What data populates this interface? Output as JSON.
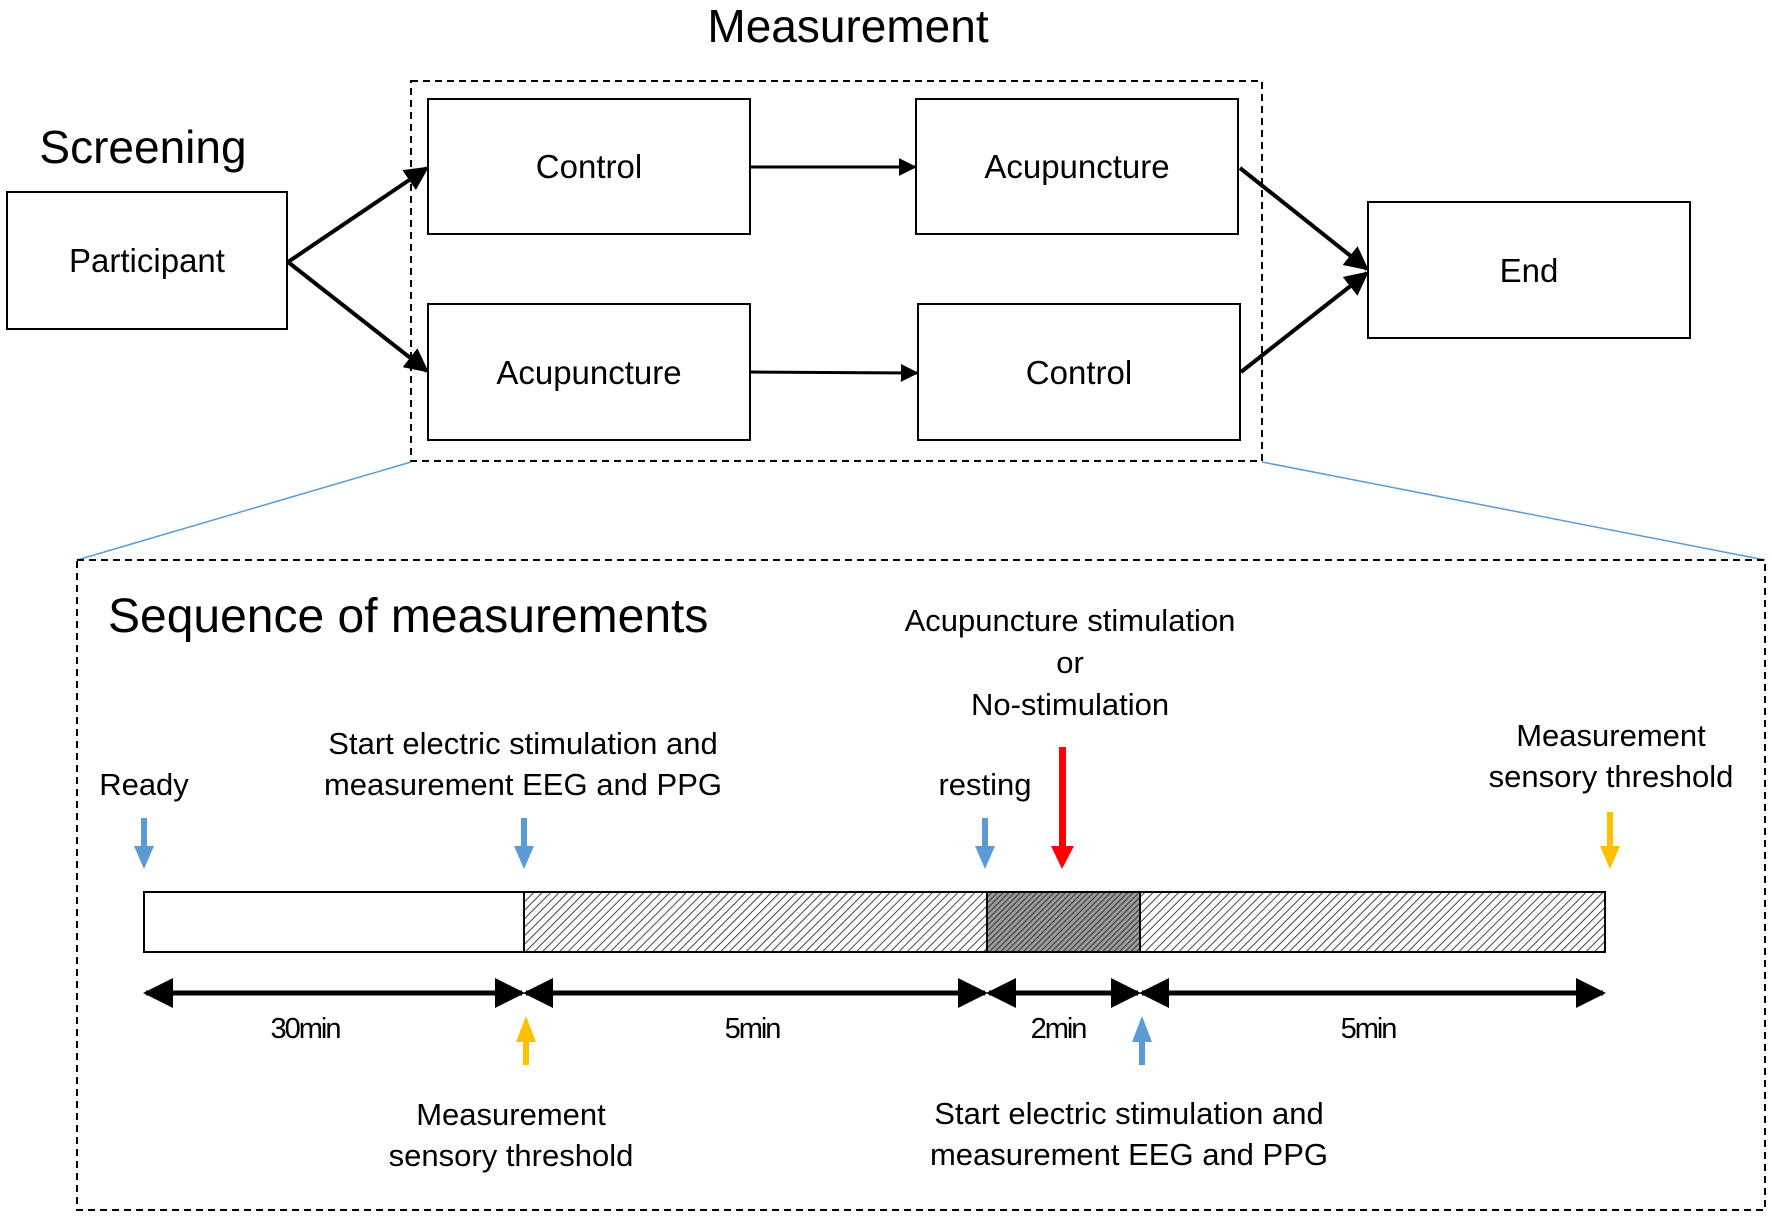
{
  "headings": {
    "screening": "Screening",
    "measurement": "Measurement",
    "sequence": "Sequence of measurements"
  },
  "flow": {
    "participant": "Participant",
    "top_first": "Control",
    "top_second": "Acupuncture",
    "bottom_first": "Acupuncture",
    "bottom_second": "Control",
    "end": "End"
  },
  "timeline": {
    "ready": "Ready",
    "start_electric_1_line1": "Start electric stimulation and",
    "start_electric_1_line2": "measurement EEG and PPG",
    "resting": "resting",
    "stim_line1": "Acupuncture stimulation",
    "stim_line2": "or",
    "stim_line3": "No-stimulation",
    "threshold_end_line1": "Measurement",
    "threshold_end_line2": "sensory threshold",
    "threshold_start_line1": "Measurement",
    "threshold_start_line2": "sensory threshold",
    "start_electric_2_line1": "Start electric stimulation and",
    "start_electric_2_line2": "measurement EEG and PPG",
    "durations": [
      "30min",
      "5min",
      "2min",
      "5min"
    ]
  },
  "colors": {
    "blue_arrow": "#5b9bd5",
    "red_arrow": "#ff0000",
    "yellow_arrow": "#ffc000",
    "zoom_line": "#5b9bd5"
  }
}
